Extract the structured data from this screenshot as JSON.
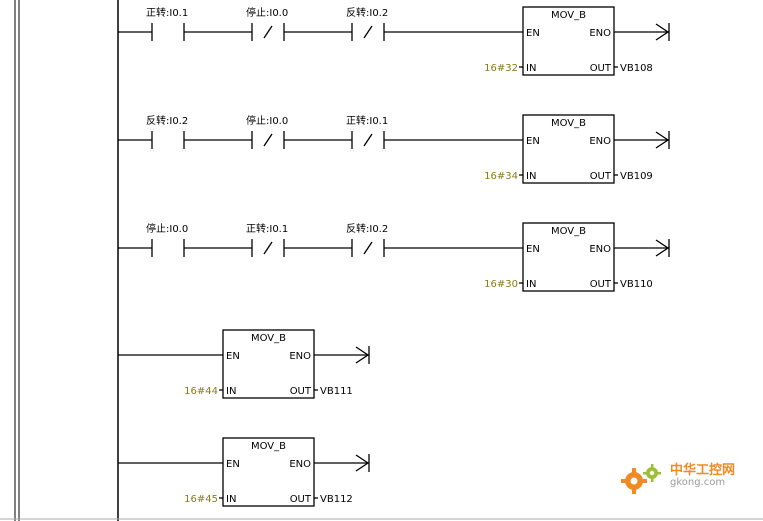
{
  "colors": {
    "ladder": "#000000",
    "constant": "#8a7a1a",
    "watermark": "#f08a24"
  },
  "networks": [
    {
      "contacts": [
        {
          "label": "正转:I0.1",
          "type": "NO"
        },
        {
          "label": "停止:I0.0",
          "type": "NC"
        },
        {
          "label": "反转:I0.2",
          "type": "NC"
        }
      ],
      "block": {
        "title": "MOV_B",
        "en": "EN",
        "eno": "ENO",
        "in_label": "IN",
        "out_label": "OUT",
        "in_value": "16#32",
        "out_value": "VB108"
      }
    },
    {
      "contacts": [
        {
          "label": "反转:I0.2",
          "type": "NO"
        },
        {
          "label": "停止:I0.0",
          "type": "NC"
        },
        {
          "label": "正转:I0.1",
          "type": "NC"
        }
      ],
      "block": {
        "title": "MOV_B",
        "en": "EN",
        "eno": "ENO",
        "in_label": "IN",
        "out_label": "OUT",
        "in_value": "16#34",
        "out_value": "VB109"
      }
    },
    {
      "contacts": [
        {
          "label": "停止:I0.0",
          "type": "NO"
        },
        {
          "label": "正转:I0.1",
          "type": "NC"
        },
        {
          "label": "反转:I0.2",
          "type": "NC"
        }
      ],
      "block": {
        "title": "MOV_B",
        "en": "EN",
        "eno": "ENO",
        "in_label": "IN",
        "out_label": "OUT",
        "in_value": "16#30",
        "out_value": "VB110"
      }
    },
    {
      "contacts": [],
      "block": {
        "title": "MOV_B",
        "en": "EN",
        "eno": "ENO",
        "in_label": "IN",
        "out_label": "OUT",
        "in_value": "16#44",
        "out_value": "VB111"
      }
    },
    {
      "contacts": [],
      "block": {
        "title": "MOV_B",
        "en": "EN",
        "eno": "ENO",
        "in_label": "IN",
        "out_label": "OUT",
        "in_value": "16#45",
        "out_value": "VB112"
      }
    }
  ],
  "watermark": {
    "name": "中华工控网",
    "site": "gkong.com",
    "icon": "gear-icon"
  }
}
